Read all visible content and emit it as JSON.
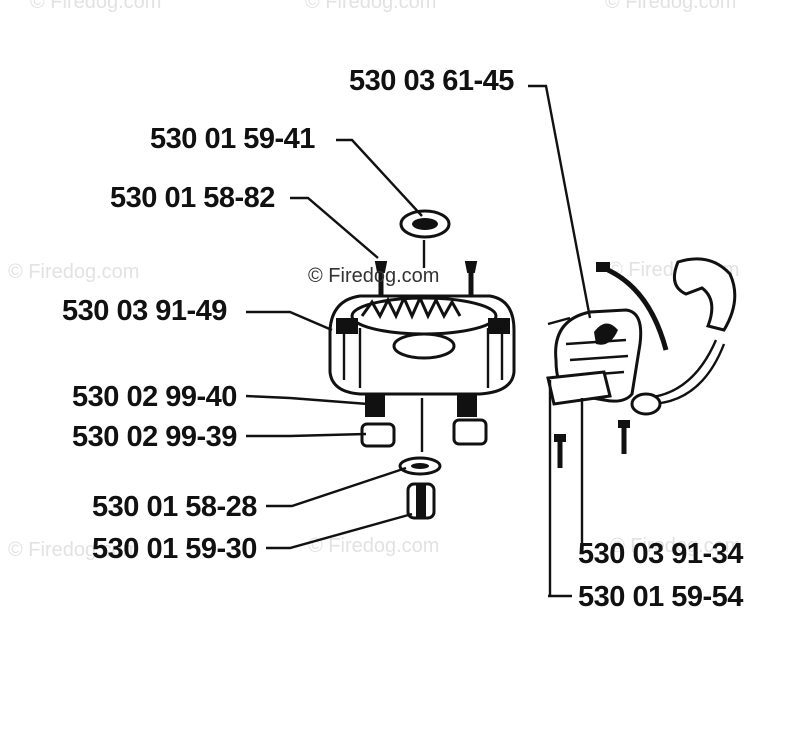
{
  "parts": [
    {
      "id": "p1",
      "number": "530 03 61-45"
    },
    {
      "id": "p2",
      "number": "530 01 59-41"
    },
    {
      "id": "p3",
      "number": "530 01 58-82"
    },
    {
      "id": "p4",
      "number": "530 03 91-49"
    },
    {
      "id": "p5",
      "number": "530 02 99-40"
    },
    {
      "id": "p6",
      "number": "530 02 99-39"
    },
    {
      "id": "p7",
      "number": "530 01 58-28"
    },
    {
      "id": "p8",
      "number": "530 01 59-30"
    },
    {
      "id": "p9",
      "number": "530 03 91-34"
    },
    {
      "id": "p10",
      "number": "530 01 59-54"
    }
  ],
  "watermarks": {
    "text": "© Firedog.com",
    "center_text": "© Firedog.com"
  }
}
